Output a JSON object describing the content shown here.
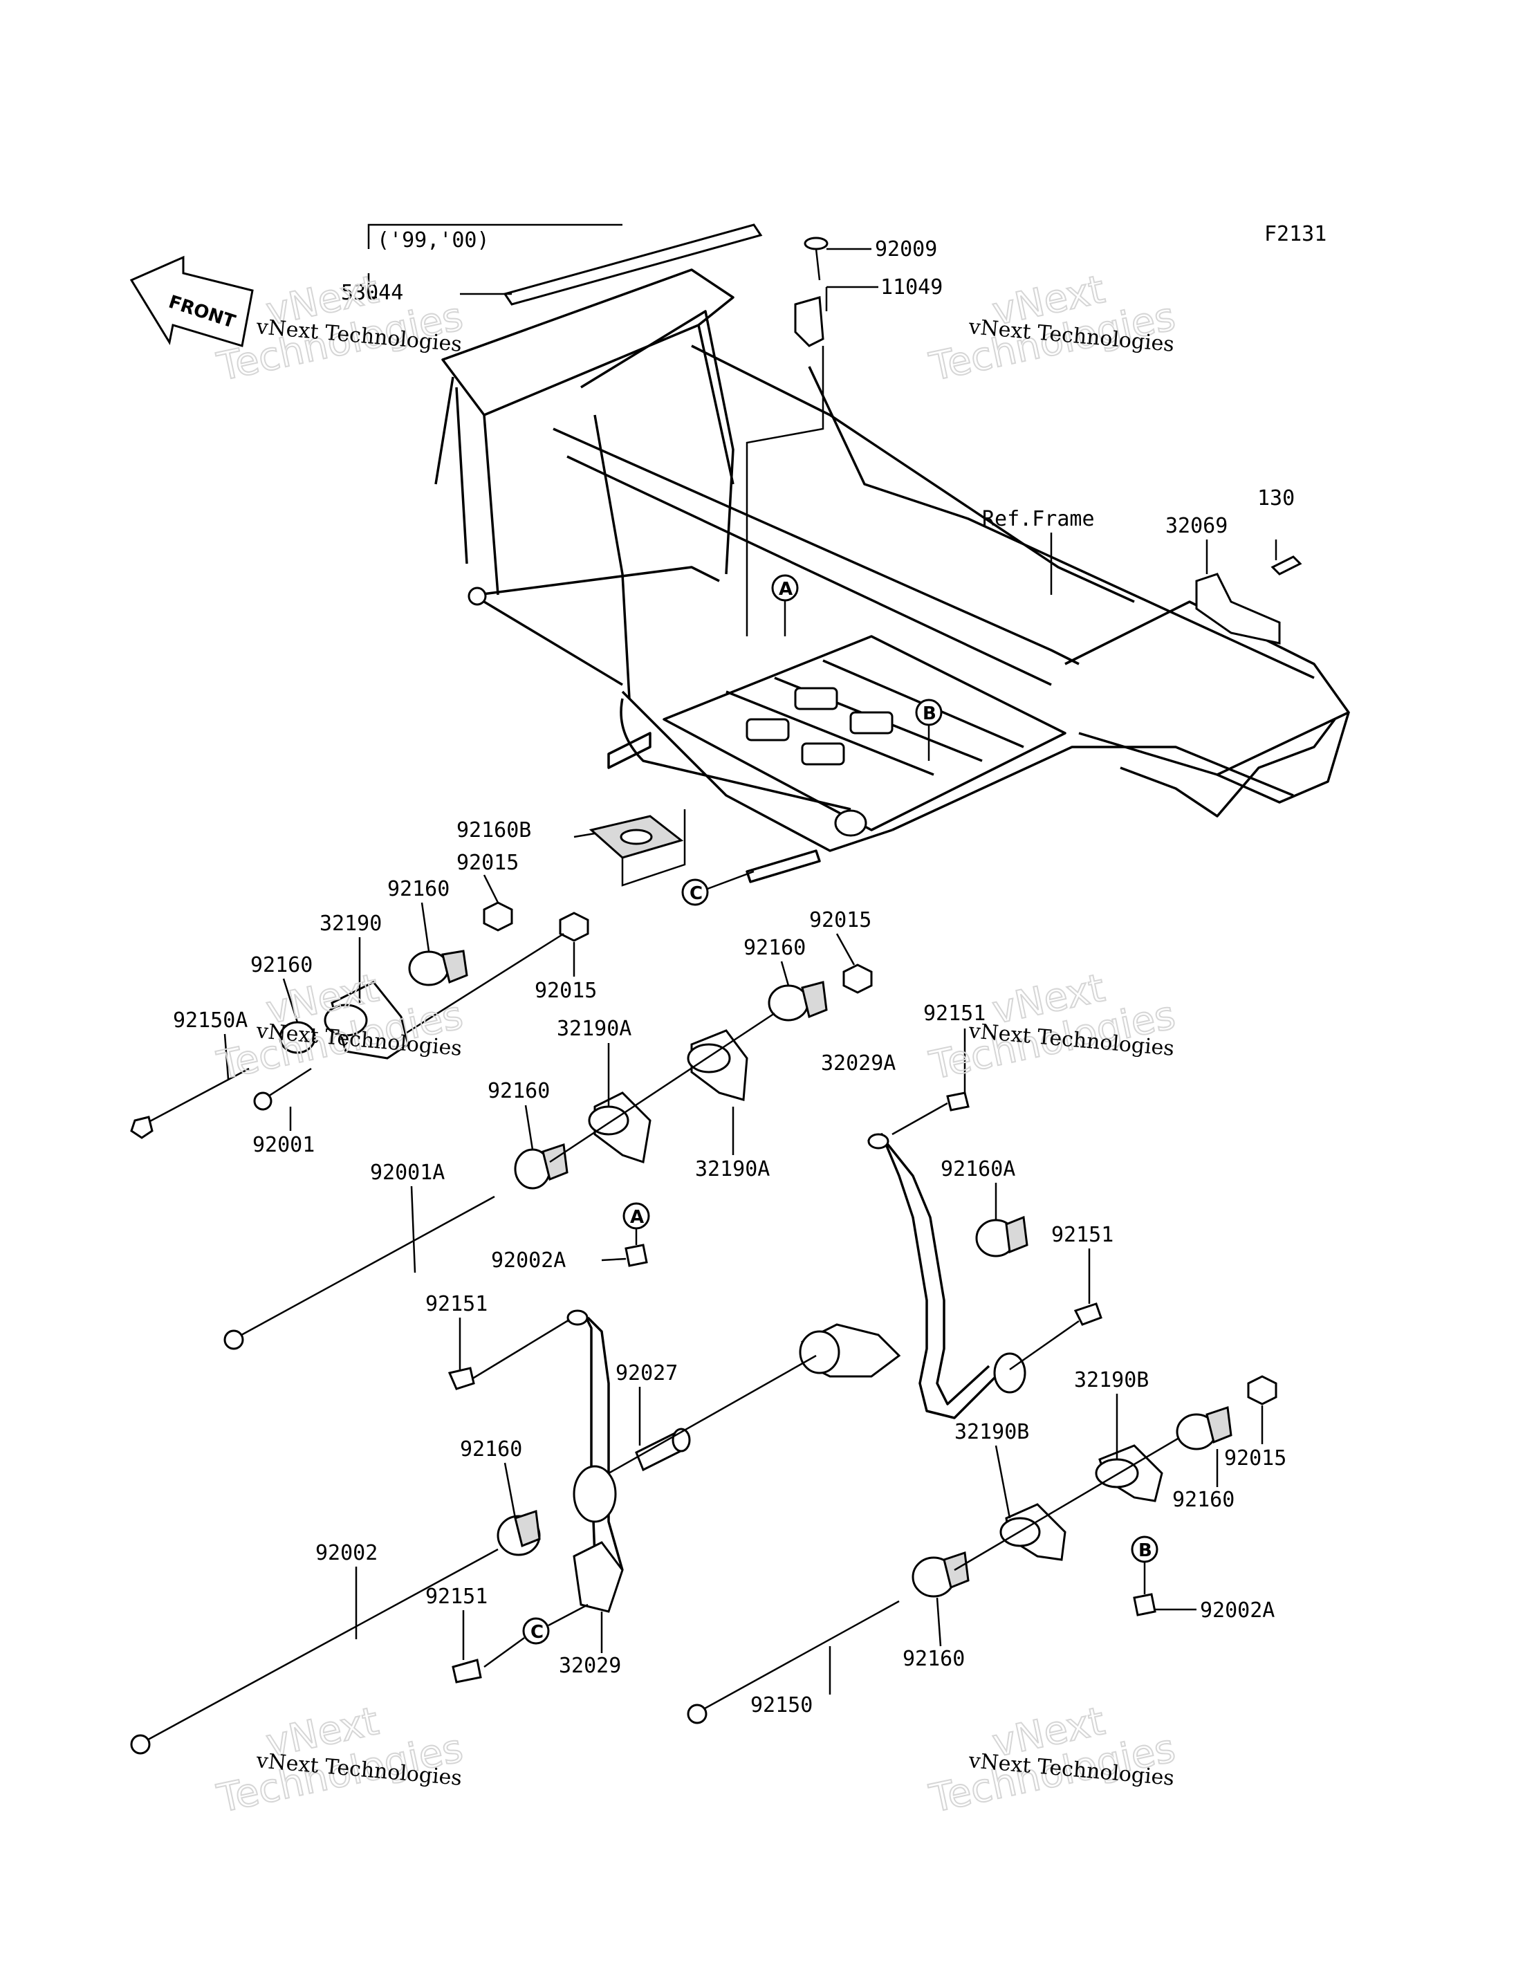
{
  "diagram_code": "F2131",
  "front_arrow": {
    "label": "FRONT",
    "icon": "front-arrow-icon"
  },
  "ref_frame": "Ref.Frame",
  "year_note": "('99,'00)",
  "watermark": {
    "company": "vNext Technologies",
    "big_top": "vNext",
    "big_bottom": "Technologies"
  },
  "callouts": {
    "a": "A",
    "b": "B",
    "c": "C"
  },
  "parts": {
    "p53044": "53044",
    "p92009": "92009",
    "p11049": "11049",
    "p32069": "32069",
    "p130": "130",
    "p92160B": "92160B",
    "p92015_1": "92015",
    "p92160_1": "92160",
    "p32190": "32190",
    "p92160_2": "92160",
    "p92150A": "92150A",
    "p92015_2": "92015",
    "p92001": "92001",
    "p92015_3": "92015",
    "p92160_3": "92160",
    "p32190A_1": "32190A",
    "p92160_4": "92160",
    "p32190A_2": "32190A",
    "p92001A": "92001A",
    "p92002A_1": "92002A",
    "p92151_1": "92151",
    "p32029A": "32029A",
    "p92160A": "92160A",
    "p92151_2": "92151",
    "p92151_3": "92151",
    "p92027": "92027",
    "p32190B_1": "32190B",
    "p92015_4": "92015",
    "p32190B_2": "32190B",
    "p92160_5": "92160",
    "p92160_6": "92160",
    "p92002": "92002",
    "p92151_4": "92151",
    "p32029": "32029",
    "p92002A_2": "92002A",
    "p92150": "92150",
    "p92160_7": "92160"
  }
}
